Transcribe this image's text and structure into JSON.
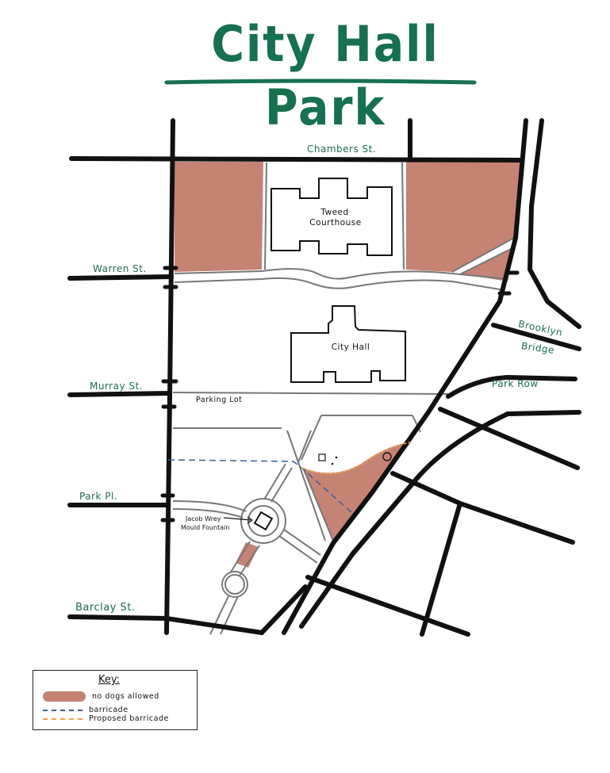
{
  "title": "City Hall Park",
  "colors": {
    "title_green": "#17704f",
    "street_label_green": "#1d6b50",
    "no_dogs_fill": "#c58374",
    "barricade_blue": "#3a5f95",
    "proposed_barricade_orange": "#f0a24a",
    "road_black": "#111111",
    "path_gray": "#777777"
  },
  "streets": {
    "chambers": "Chambers St.",
    "warren": "Warren St.",
    "murray": "Murray St.",
    "park_pl": "Park Pl.",
    "barclay": "Barclay St.",
    "brooklyn_bridge_line1": "Brooklyn",
    "brooklyn_bridge_line2": "Bridge",
    "park_row": "Park Row"
  },
  "buildings": {
    "tweed_line1": "Tweed",
    "tweed_line2": "Courthouse",
    "city_hall": "City Hall",
    "parking_lot": "Parking Lot",
    "fountain_line1": "Jacob Wrey",
    "fountain_line2": "Mould Fountain"
  },
  "legend": {
    "title": "Key:",
    "items": [
      {
        "label": "no dogs allowed",
        "type": "fill",
        "color": "#c58374"
      },
      {
        "label": "barricade",
        "type": "dash",
        "color": "#3a5f95"
      },
      {
        "label": "Proposed barricade",
        "type": "dash",
        "color": "#f0a24a"
      }
    ]
  }
}
